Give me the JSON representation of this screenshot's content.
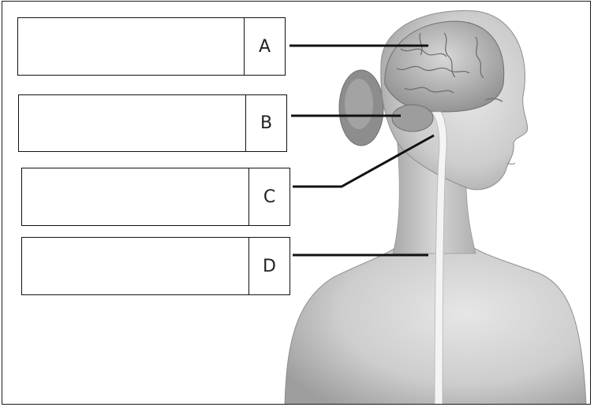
{
  "labels": [
    {
      "letter": "A",
      "points_to": "brain-cerebrum"
    },
    {
      "letter": "B",
      "points_to": "cerebellum"
    },
    {
      "letter": "C",
      "points_to": "brain-stem"
    },
    {
      "letter": "D",
      "points_to": "spinal-cord"
    }
  ],
  "colors": {
    "line": "#111111",
    "skin": "#cfcfcf",
    "brain": "#b5b5b5",
    "cord": "#f4f4f4"
  }
}
